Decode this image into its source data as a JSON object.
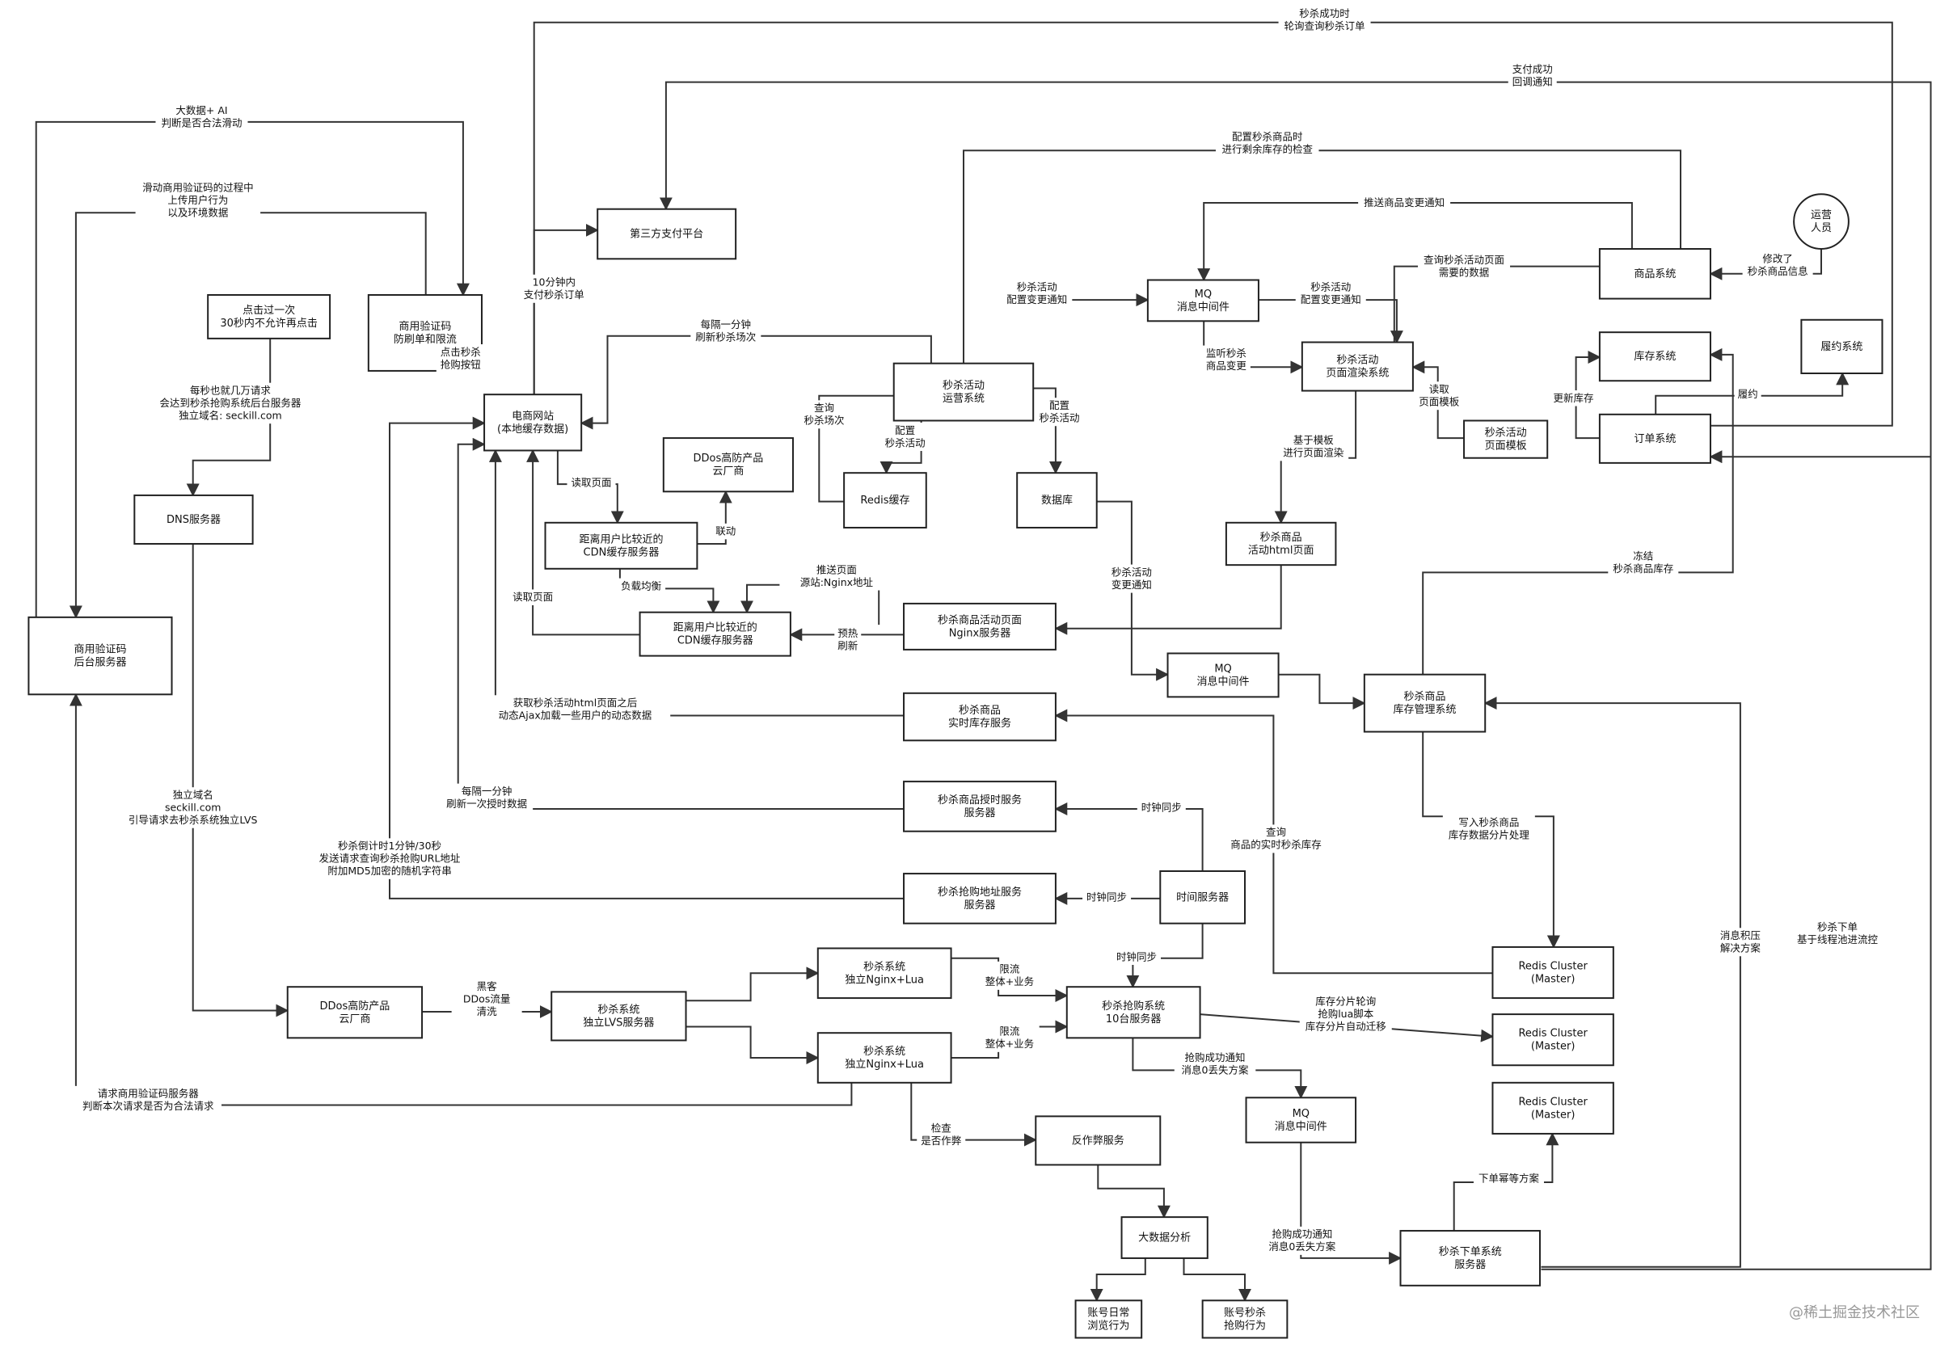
{
  "watermark": {
    "text": "@稀土掘金技术社区"
  },
  "colors": {
    "stroke": "#333333",
    "fill": "#ffffff",
    "text": "#111111"
  },
  "nodes": {
    "captcha_server": [
      "商用验证码",
      "后台服务器"
    ],
    "captcha_limit": [
      "商用验证码",
      "防刷单和限流"
    ],
    "click_once": [
      "点击过一次",
      "30秒内不允许再点击"
    ],
    "third_pay": [
      "第三方支付平台"
    ],
    "ecommerce_site": [
      "电商网站",
      "(本地缓存数据)"
    ],
    "dns_server": [
      "DNS服务器"
    ],
    "ddos_cdn": [
      "DDos高防产品",
      "云厂商"
    ],
    "cdn_near_1": [
      "距离用户比较近的",
      "CDN缓存服务器"
    ],
    "cdn_near_2": [
      "距离用户比较近的",
      "CDN缓存服务器"
    ],
    "seckill_ops": [
      "秒杀活动",
      "运营系统"
    ],
    "redis_cache": [
      "Redis缓存"
    ],
    "database": [
      "数据库"
    ],
    "mq_top": [
      "MQ",
      "消息中间件"
    ],
    "render_system": [
      "秒杀活动",
      "页面渲染系统"
    ],
    "page_template": [
      "秒杀活动",
      "页面模板"
    ],
    "product_system": [
      "商品系统"
    ],
    "operator": [
      "运营",
      "人员"
    ],
    "inventory_system": [
      "库存系统"
    ],
    "fulfill_system": [
      "履约系统"
    ],
    "order_system": [
      "订单系统"
    ],
    "html_page": [
      "秒杀商品",
      "活动html页面"
    ],
    "nginx_page": [
      "秒杀商品活动页面",
      "Nginx服务器"
    ],
    "mq_mid": [
      "MQ",
      "消息中间件"
    ],
    "stock_mgmt": [
      "秒杀商品",
      "库存管理系统"
    ],
    "realtime_stock": [
      "秒杀商品",
      "实时库存服务"
    ],
    "countdown_svc": [
      "秒杀商品授时服务",
      "服务器"
    ],
    "time_server": [
      "时间服务器"
    ],
    "addr_svc": [
      "秒杀抢购地址服务",
      "服务器"
    ],
    "ddos_low": [
      "DDos高防产品",
      "云厂商"
    ],
    "lvs": [
      "秒杀系统",
      "独立LVS服务器"
    ],
    "nginx_lua_1": [
      "秒杀系统",
      "独立Nginx+Lua"
    ],
    "nginx_lua_2": [
      "秒杀系统",
      "独立Nginx+Lua"
    ],
    "grab_service": [
      "秒杀抢购系统",
      "10台服务器"
    ],
    "redis_1": [
      "Redis Cluster",
      "(Master)"
    ],
    "redis_2": [
      "Redis Cluster",
      "(Master)"
    ],
    "redis_3": [
      "Redis Cluster",
      "(Master)"
    ],
    "mq_low": [
      "MQ",
      "消息中间件"
    ],
    "anti_fraud": [
      "反作弊服务"
    ],
    "big_data": [
      "大数据分析"
    ],
    "browse_behavior": [
      "账号日常",
      "浏览行为"
    ],
    "grab_behavior": [
      "账号秒杀",
      "抢购行为"
    ],
    "order_service": [
      "秒杀下单系统",
      "服务器"
    ]
  },
  "labels": {
    "pay_poll": [
      "秒杀成功时",
      "轮询查询秒杀订单"
    ],
    "pay_callback": [
      "支付成功",
      "回调通知"
    ],
    "bigdata_ai": [
      "大数据+ AI",
      "判断是否合法滑动"
    ],
    "upload_behavior": [
      "滑动商用验证码的过程中",
      "上传用户行为",
      "以及环境数据"
    ],
    "config_check": [
      "配置秒杀商品时",
      "进行剩余库存的检查"
    ],
    "push_change": [
      "推送商品变更通知"
    ],
    "pay_10min": [
      "10分钟内",
      "支付秒杀订单"
    ],
    "ops_config_notice": [
      "秒杀活动",
      "配置变更通知"
    ],
    "mq_config_notice": [
      "秒杀活动",
      "配置变更通知"
    ],
    "query_page_data": [
      "查询秒杀活动页面",
      "需要的数据"
    ],
    "modify_info": [
      "修改了",
      "秒杀商品信息"
    ],
    "refresh_session": [
      "每隔一分钟",
      "刷新秒杀场次"
    ],
    "click_grab": [
      "点击秒杀",
      "抢购按钮"
    ],
    "query_session": [
      "查询",
      "秒杀场次"
    ],
    "config_activity_1": [
      "配置",
      "秒杀活动"
    ],
    "config_activity_2": [
      "配置",
      "秒杀活动"
    ],
    "listen_change": [
      "监听秒杀",
      "商品变更"
    ],
    "read_template": [
      "读取",
      "页面模板"
    ],
    "update_stock": [
      "更新库存"
    ],
    "fulfill": [
      "履约"
    ],
    "dns_traffic": [
      "每秒也就几万请求",
      "会达到秒杀抢购系统后台服务器",
      "独立域名: seckill.com"
    ],
    "read_page_1": [
      "读取页面"
    ],
    "linkage": [
      "联动"
    ],
    "render_tpl": [
      "基于模板",
      "进行页面渲染"
    ],
    "freeze_stock": [
      "冻结",
      "秒杀商品库存"
    ],
    "load_balance": [
      "负载均衡"
    ],
    "push_page": [
      "推送页面",
      "源站:Nginx地址"
    ],
    "read_page_2": [
      "读取页面"
    ],
    "preheat": [
      "预热",
      "刷新"
    ],
    "change_notice": [
      "秒杀活动",
      "变更通知"
    ],
    "ajax_load": [
      "获取秒杀活动html页面之后",
      "动态Ajax加载一些用户的动态数据"
    ],
    "query_stock": [
      "查询",
      "商品的实时秒杀库存"
    ],
    "write_shard": [
      "写入秒杀商品",
      "库存数据分片处理"
    ],
    "refresh_time": [
      "每隔一分钟",
      "刷新一次授时数据"
    ],
    "clock_sync_1": [
      "时钟同步"
    ],
    "independent_domain": [
      "独立域名",
      "seckill.com",
      "引导请求去秒杀系统独立LVS"
    ],
    "countdown_req": [
      "秒杀倒计时1分钟/30秒",
      "发送请求查询秒杀抢购URL地址",
      "附加MD5加密的随机字符串"
    ],
    "clock_sync_2": [
      "时钟同步"
    ],
    "clock_sync_3": [
      "时钟同步"
    ],
    "backlog": [
      "消息积压",
      "解决方案"
    ],
    "order_pool": [
      "秒杀下单",
      "基于线程池进流控"
    ],
    "blackhole": [
      "黑客",
      "DDos流量",
      "清洗"
    ],
    "limit_1": [
      "限流",
      "整体+业务"
    ],
    "limit_2": [
      "限流",
      "整体+业务"
    ],
    "lua_shard": [
      "库存分片轮询",
      "抢购lua脚本",
      "库存分片自动迁移"
    ],
    "grab_success_1": [
      "抢购成功通知",
      "消息0丢失方案"
    ],
    "captcha_verify": [
      "请求商用验证码服务器",
      "判断本次请求是否为合法请求"
    ],
    "check_fraud": [
      "检查",
      "是否作弊"
    ],
    "order_idem": [
      "下单幂等方案"
    ],
    "grab_success_2": [
      "抢购成功通知",
      "消息0丢失方案"
    ]
  }
}
